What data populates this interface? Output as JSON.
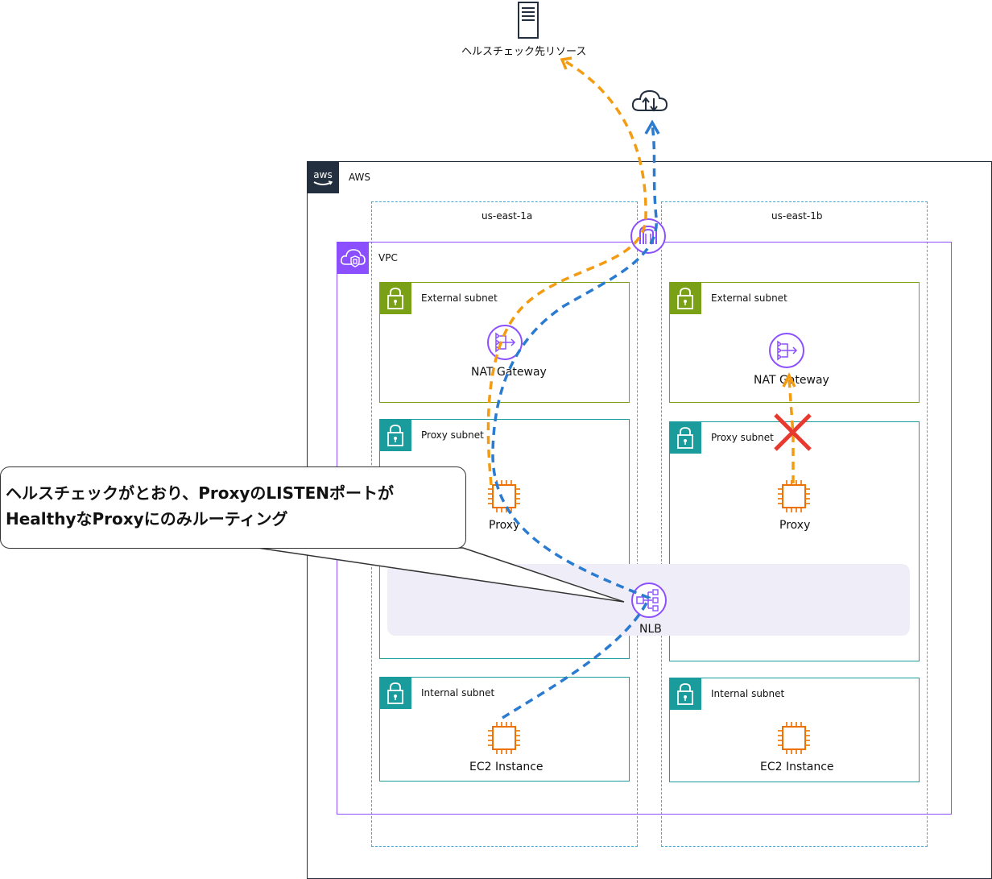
{
  "target": {
    "label": "ヘルスチェック先リソース",
    "icon": "server-icon"
  },
  "internet_icon": "internet-gateway-cloud-icon",
  "aws": {
    "label": "AWS",
    "icon": "aws-logo-icon"
  },
  "azs": [
    {
      "label": "us-east-1a"
    },
    {
      "label": "us-east-1b"
    }
  ],
  "vpc": {
    "label": "VPC",
    "icon": "vpc-icon"
  },
  "subnets": {
    "a_external": {
      "label": "External subnet",
      "node": "NAT Gateway"
    },
    "b_external": {
      "label": "External subnet",
      "node": "NAT Gateway"
    },
    "a_proxy": {
      "label": "Proxy subnet",
      "node": "Proxy"
    },
    "b_proxy": {
      "label": "Proxy subnet",
      "node": "Proxy"
    },
    "a_internal": {
      "label": "Internal subnet",
      "node": "EC2 Instance"
    },
    "b_internal": {
      "label": "Internal subnet",
      "node": "EC2 Instance"
    }
  },
  "nlb": {
    "label": "NLB"
  },
  "callout": {
    "line1": "ヘルスチェックがとおり、ProxyのLISTENポートが",
    "line2": "HealthyなProxyにのみルーティング"
  },
  "colors": {
    "health_check_path": "#f39c12",
    "traffic_path": "#2b7bd1",
    "failure_mark": "#e8392f",
    "vpc_border": "#8c4fff",
    "compute": "#ed7100"
  }
}
